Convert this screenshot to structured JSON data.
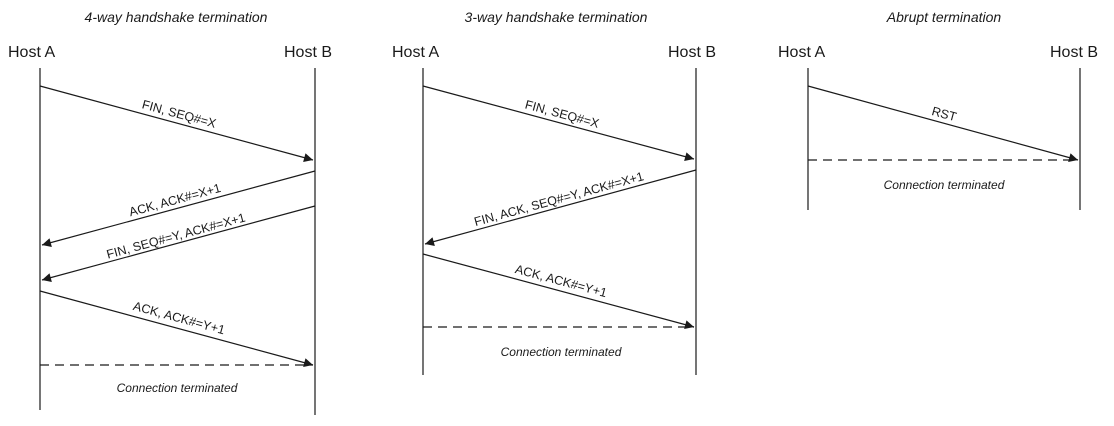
{
  "diagrams": [
    {
      "title": "4-way handshake termination",
      "host_a": "Host A",
      "host_b": "Host B",
      "messages": [
        {
          "label": "FIN, SEQ#=X",
          "direction": "a-to-b"
        },
        {
          "label": "ACK, ACK#=X+1",
          "direction": "b-to-a"
        },
        {
          "label": "FIN, SEQ#=Y, ACK#=X+1",
          "direction": "b-to-a"
        },
        {
          "label": "ACK, ACK#=Y+1",
          "direction": "a-to-b"
        }
      ],
      "terminated_label": "Connection terminated"
    },
    {
      "title": "3-way handshake termination",
      "host_a": "Host A",
      "host_b": "Host B",
      "messages": [
        {
          "label": "FIN, SEQ#=X",
          "direction": "a-to-b"
        },
        {
          "label": "FIN, ACK, SEQ#=Y, ACK#=X+1",
          "direction": "b-to-a"
        },
        {
          "label": "ACK, ACK#=Y+1",
          "direction": "a-to-b"
        }
      ],
      "terminated_label": "Connection terminated"
    },
    {
      "title": "Abrupt termination",
      "host_a": "Host A",
      "host_b": "Host B",
      "messages": [
        {
          "label": "RST",
          "direction": "a-to-b"
        }
      ],
      "terminated_label": "Connection terminated"
    }
  ]
}
